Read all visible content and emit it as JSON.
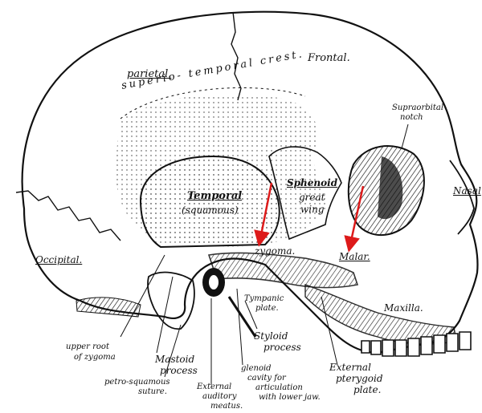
{
  "labels": {
    "parietal": "parietal.",
    "frontal": "Frontal.",
    "crest": "superio- temporal crest.",
    "supraorbital_line1": "Supraorbital",
    "supraorbital_line2": "notch",
    "temporal_line1": "Temporal",
    "temporal_line2": "(squamous)",
    "sphenoid_line1": "Sphenoid",
    "sphenoid_line2": "great",
    "sphenoid_line3": "wing",
    "nasal": "Nasal",
    "zygoma": "zygoma.",
    "occipital": "Occipital.",
    "malar": "Malar.",
    "tympanic_line1": "Tympanic",
    "tympanic_line2": "plate.",
    "maxilla": "Maxilla.",
    "upper_root_line1": "upper root",
    "upper_root_line2": "of zygoma",
    "mastoid_line1": "Mastoid",
    "mastoid_line2": "process",
    "styloid_line1": "Styloid",
    "styloid_line2": "process",
    "external_pterygoid_line1": "External",
    "external_pterygoid_line2": "pterygoid",
    "external_pterygoid_line3": "plate.",
    "petro_line1": "petro-squamous",
    "petro_line2": "suture.",
    "glenoid_line1": "glenoid",
    "glenoid_line2": "cavity for",
    "glenoid_line3": "articulation",
    "glenoid_line4": "with lower jaw.",
    "auditory_line1": "External",
    "auditory_line2": "auditory",
    "auditory_line3": "meatus."
  },
  "colors": {
    "ink": "#111111",
    "arrow": "#dd1a1a"
  }
}
